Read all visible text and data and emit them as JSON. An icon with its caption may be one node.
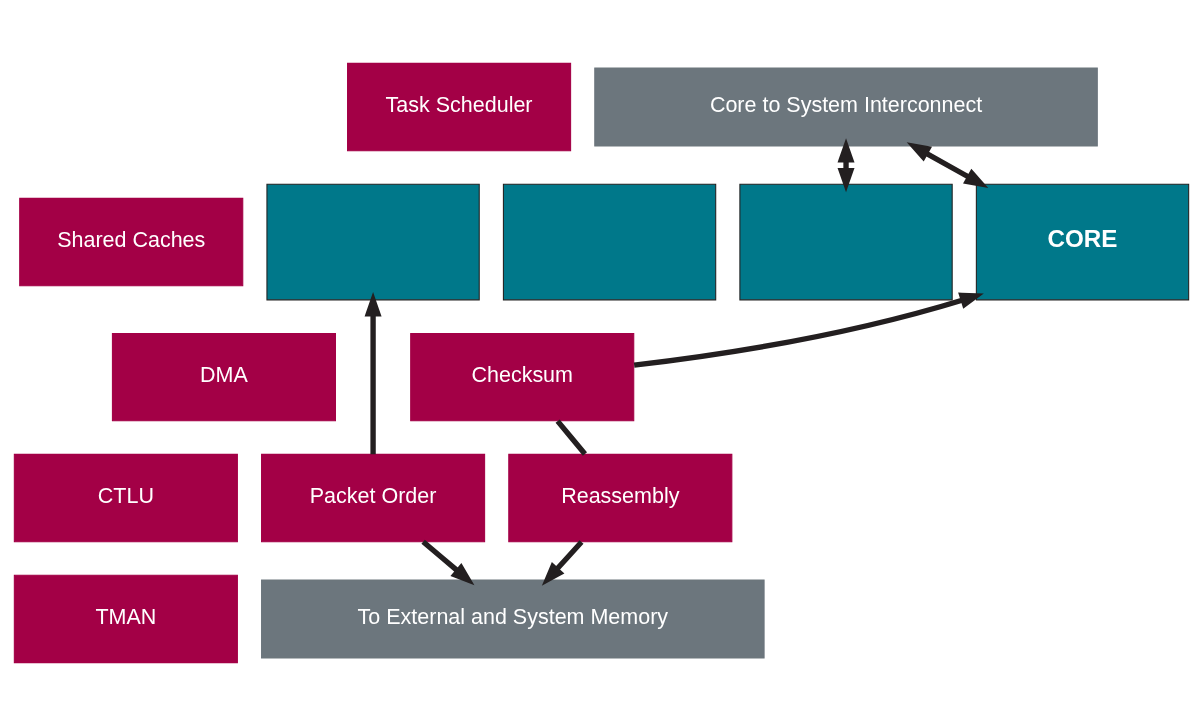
{
  "diagram": {
    "nodes": [
      {
        "text": [
          "Core to System Interconnect"
        ]
      },
      {
        "text": [
          "Task Scheduler"
        ]
      },
      {
        "text": [
          "Shared Caches"
        ]
      },
      {
        "text": [
          "DMA"
        ]
      },
      {
        "text": [
          "CTLU"
        ]
      },
      {
        "text": [
          "TMAN"
        ]
      },
      {
        "text": [],
        "shape": "box"
      },
      {
        "text": [],
        "shape": "box"
      },
      {
        "text": [],
        "shape": "box"
      },
      {
        "text": [
          "CORE"
        ]
      },
      {
        "text": [
          "Checksum"
        ]
      },
      {
        "text": [
          "Packet Order"
        ]
      },
      {
        "text": [
          "Reassembly"
        ]
      },
      {
        "text": [
          "To External and System Memory"
        ]
      }
    ],
    "edges": [
      {
        "from": 0,
        "to": 8,
        "arrow": "both"
      },
      {
        "from": 0,
        "to": 9,
        "arrow": "both"
      },
      {
        "from": 11,
        "to": 6,
        "arrow": "to"
      },
      {
        "from": 10,
        "to": 9,
        "arrow": "to"
      },
      {
        "from": 12,
        "to": 10,
        "arrow": "none"
      },
      {
        "from": 11,
        "to": 13,
        "arrow": "to"
      },
      {
        "from": 12,
        "to": 13,
        "arrow": "to"
      }
    ]
  }
}
